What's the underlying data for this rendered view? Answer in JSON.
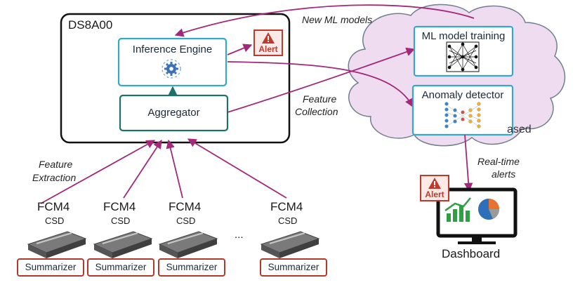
{
  "main_box": {
    "title": "DS8A00"
  },
  "inference_engine": {
    "label": "Inference Engine"
  },
  "aggregator": {
    "label": "Aggregator"
  },
  "alerts": {
    "label": "Alert"
  },
  "cloud": {
    "ml_training": {
      "label": "ML model training"
    },
    "anomaly_detector": {
      "label": "Anomaly detector"
    },
    "partial_text": "ased"
  },
  "edge_labels": {
    "new_ml_models": "New ML models",
    "feature_collection": [
      "Feature",
      "Collection"
    ],
    "feature_extraction": [
      "Feature",
      "Extraction"
    ],
    "realtime_alerts": [
      "Real-time",
      "alerts"
    ]
  },
  "devices": [
    {
      "name": "FCM4",
      "type": "CSD",
      "summarizer": "Summarizer"
    },
    {
      "name": "FCM4",
      "type": "CSD",
      "summarizer": "Summarizer"
    },
    {
      "name": "FCM4",
      "type": "CSD",
      "summarizer": "Summarizer"
    },
    {
      "name": "FCM4",
      "type": "CSD",
      "summarizer": "Summarizer"
    }
  ],
  "ellipsis": "...",
  "dashboard": {
    "label": "Dashboard"
  },
  "colors": {
    "arrow": "#a3287a",
    "teal_border": "#1f6f6a",
    "cyan_border": "#33a8c8",
    "cloud_fill": "#f0dcf0",
    "cloud_stroke": "#6f7f8f",
    "alert_red": "#c0392b"
  }
}
